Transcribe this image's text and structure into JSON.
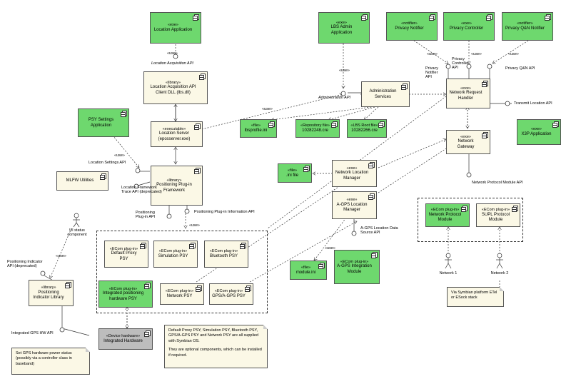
{
  "components": {
    "location_app": {
      "st": "«exe»",
      "name": "Location Application"
    },
    "lbs_admin_app": {
      "st": "«exe»",
      "name": "LBS Admin Application"
    },
    "privacy_notifier": {
      "st": "«notifier»",
      "name": "Privacy Notifier"
    },
    "privacy_controller": {
      "st": "«exe»",
      "name": "Privacy Controller"
    },
    "privacy_qn_notifier": {
      "st": "«notifier»",
      "name": "Privacy Q&N Notifier"
    },
    "loc_acq_lib": {
      "st": "«library»",
      "name": "Location Acquisition API Client DLL (lbs.dll)"
    },
    "admin_services": {
      "st": "",
      "name": "Administration Services"
    },
    "net_req_handler": {
      "st": "«exe»",
      "name": "Network Request Handler"
    },
    "psy_settings_app": {
      "st": "",
      "name": "PSY Settings Application"
    },
    "location_server": {
      "st": "«executable»",
      "name": "Location Server (eposserver.exe)"
    },
    "lbsprofile": {
      "st": "«file»",
      "name": "lbsprofile.ini"
    },
    "repo_file": {
      "st": "«Repository file»",
      "name": "10282248.cre"
    },
    "root_file": {
      "st": "«LBS Root file»",
      "name": "10282266.cre"
    },
    "x3p_app": {
      "st": "«exe»",
      "name": "X3P Application"
    },
    "network_gateway": {
      "st": "«exe»",
      "name": "Network Gateway"
    },
    "mlfw_util": {
      "st": "",
      "name": "MLFW Utilities"
    },
    "positioning_fw": {
      "st": "«library»",
      "name": "Positioning Plug-in Framework"
    },
    "ini_file": {
      "st": "«file»",
      "name": ".ini file"
    },
    "net_loc_mgr": {
      "st": "«exe»",
      "name": "Network Location Manager"
    },
    "agps_mgr": {
      "st": "«exe»",
      "name": "A-GPS Location Manager"
    },
    "net_protocol_mod": {
      "st": "«ECom plug-in»",
      "name": "Network Protocol Module"
    },
    "supl_protocol_mod": {
      "st": "«ECom plug-in»",
      "name": "SUPL Protocol Module"
    },
    "default_proxy_psy": {
      "st": "«ECom plug-in»",
      "name": "Default Proxy PSY"
    },
    "simulation_psy": {
      "st": "«ECom plug-in»",
      "name": "Simulation PSY"
    },
    "bluetooth_psy": {
      "st": "«ECom plug-in»",
      "name": "Bluetooth PSY"
    },
    "integrated_hw_psy": {
      "st": "«ECom plug-in»",
      "name": "Integrated positioning hardware PSY"
    },
    "network_psy": {
      "st": "«ECom plug-in»",
      "name": "Network PSY"
    },
    "gps_agps_psy": {
      "st": "«ECom plug-in»",
      "name": "GPS/A-GPS PSY"
    },
    "module_ini": {
      "st": "«file»",
      "name": "module.ini"
    },
    "agps_integration": {
      "st": "«ECom plug-in»",
      "name": "A-GPS Integration Module"
    },
    "pos_ind_lib": {
      "st": "«library»",
      "name": "Positioning Indicator Library"
    },
    "integrated_hw": {
      "st": "«Device hardware»",
      "name": "Integrated Hardware"
    }
  },
  "labels": {
    "loc_acq_api": "Location Acquisition API",
    "admin_api": "Administration API",
    "privacy_notifier_api": "Privacy Notifier API",
    "privacy_controller_api": "Privacy Controller API",
    "privacy_qn_api": "Privacy Q&N API",
    "transmit_loc_api": "Transmit Location API",
    "loc_settings_api": "Location Settings API",
    "loc_fw_trace_api": "Location Framework Trace API (deprecated)",
    "pos_plugin_api": "Positioning Plug-in API",
    "pos_plugin_info_api": "Positioning Plug-in Information API",
    "net_protocol_module_api": "Network Protocol Module API",
    "agps_data_source_api": "A-GPS Location Data Source API",
    "pos_indicator_api": "Positioning Indicator API (deprecated)",
    "integrated_gps_hw_api": "Integrated GPS HW API",
    "use": "«use»"
  },
  "actors": {
    "ui_status": "UI status component",
    "network1": "Network 1",
    "network2": "Network 2"
  },
  "notes": {
    "gps_power": "Set GPS hardware power status (possibly via a controller class in baseband)",
    "optional_components_1": "Default Proxy PSY, Simulation PSY, Bluetooth PSY, GPS/A-GPS PSY and Network PSY are all supplied with Symbian OS.",
    "optional_components_2": "They are optional components, which can be installed if required.",
    "symbian_platform": "Via Symbian platform ETel or ESock stack"
  },
  "colors": {
    "component_yellow": "#fbf8e6",
    "component_green": "#6ed86e",
    "hardware_gray": "#bdbdbd"
  }
}
